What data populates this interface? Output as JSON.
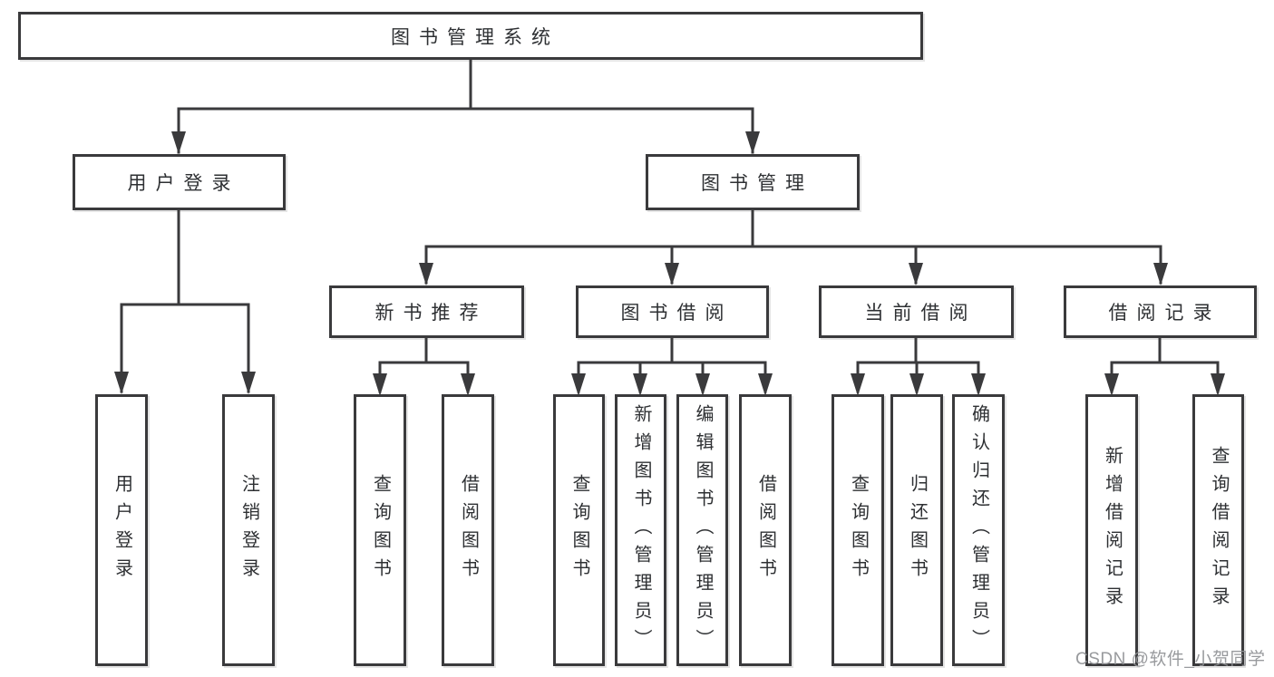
{
  "tree": {
    "root": "图书管理系统",
    "user_login": {
      "label": "用户登录",
      "children": [
        "用户登录",
        "注销登录"
      ]
    },
    "book_management": {
      "label": "图书管理",
      "sections": [
        {
          "label": "新书推荐",
          "children": [
            "查询图书",
            "借阅图书"
          ]
        },
        {
          "label": "图书借阅",
          "children": [
            "查询图书",
            "新增图书（管理员）",
            "编辑图书（管理员）",
            "借阅图书"
          ]
        },
        {
          "label": "当前借阅",
          "children": [
            "查询图书",
            "归还图书",
            "确认归还（管理员）"
          ]
        },
        {
          "label": "借阅记录",
          "children": [
            "新增借阅记录",
            "查询借阅记录"
          ]
        }
      ]
    }
  },
  "watermark": "CSDN @软件_小贺同学",
  "colors": {
    "line": "#3a3a3c",
    "text": "#2e3033",
    "background": "#ffffff",
    "watermark": "#909295"
  }
}
